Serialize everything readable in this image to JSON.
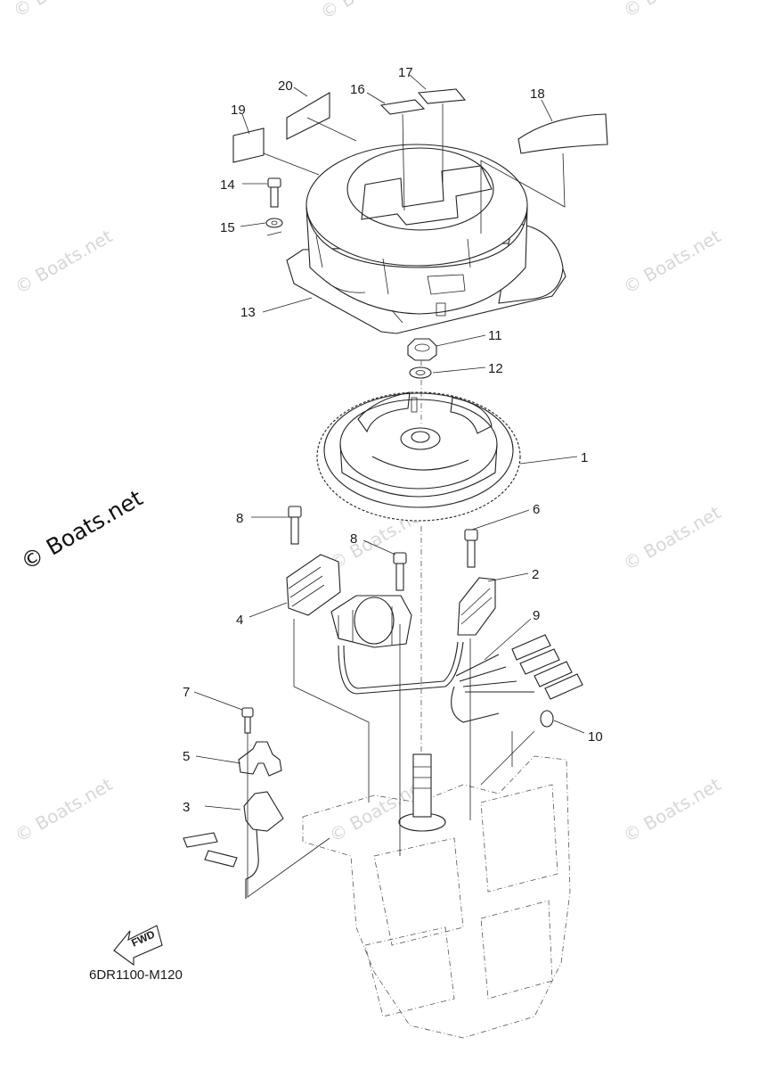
{
  "watermark": {
    "text": "© Boats.net",
    "main_text": "© Boats.net"
  },
  "part_code": "6DR1100-M120",
  "fwd_label": "FWD",
  "callouts": [
    "1",
    "2",
    "3",
    "4",
    "5",
    "6",
    "7",
    "8",
    "8",
    "9",
    "10",
    "11",
    "12",
    "13",
    "14",
    "15",
    "16",
    "17",
    "18",
    "19",
    "20"
  ]
}
